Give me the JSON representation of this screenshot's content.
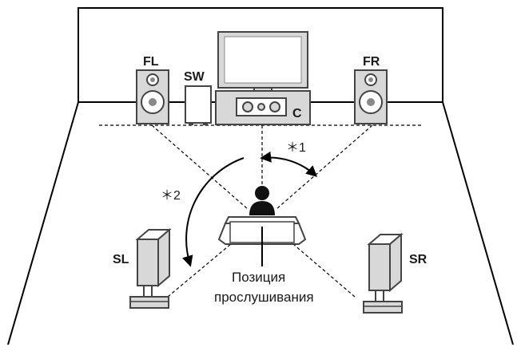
{
  "labels": {
    "fl": "FL",
    "sw": "SW",
    "c": "C",
    "fr": "FR",
    "sl": "SL",
    "sr": "SR"
  },
  "notes": {
    "angle1": "＊1",
    "angle2": "＊2"
  },
  "listening_position": {
    "line1": "Позиция",
    "line2": "прослушивания"
  }
}
